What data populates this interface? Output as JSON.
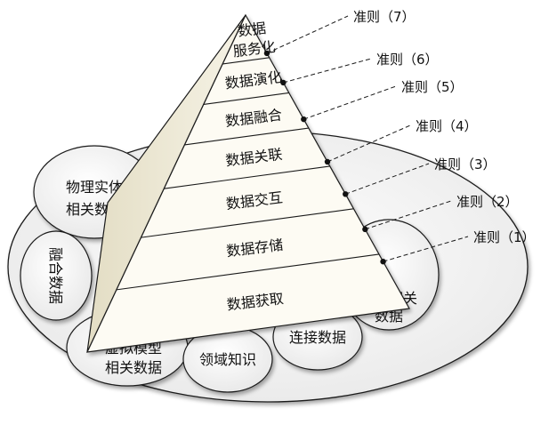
{
  "pyramid_layers": [
    {
      "line1": "数据",
      "line2": "服务化"
    },
    {
      "line1": "数据演化",
      "line2": ""
    },
    {
      "line1": "数据融合",
      "line2": ""
    },
    {
      "line1": "数据关联",
      "line2": ""
    },
    {
      "line1": "数据交互",
      "line2": ""
    },
    {
      "line1": "数据存储",
      "line2": ""
    },
    {
      "line1": "数据获取",
      "line2": ""
    }
  ],
  "criteria": [
    "准则（7）",
    "准则（6）",
    "准则（5）",
    "准则（4）",
    "准则（3）",
    "准则（2）",
    "准则（1）"
  ],
  "base_bubbles": [
    {
      "line1": "物理实体",
      "line2": "相关数据"
    },
    {
      "line1": "融合数据",
      "line2": ""
    },
    {
      "line1": "虚拟模型",
      "line2": "相关数据"
    },
    {
      "line1": "领域知识",
      "line2": ""
    },
    {
      "line1": "连接数据",
      "line2": ""
    },
    {
      "line1": "服务相关",
      "line2": "数据"
    }
  ],
  "colors": {
    "pyramid_front": "#fdfbf3",
    "pyramid_left_face": "#ece7d2",
    "outline": "#1a1a1a",
    "base_fill": "#f7f7f7",
    "bubble_fill": "#fbfbfb"
  }
}
